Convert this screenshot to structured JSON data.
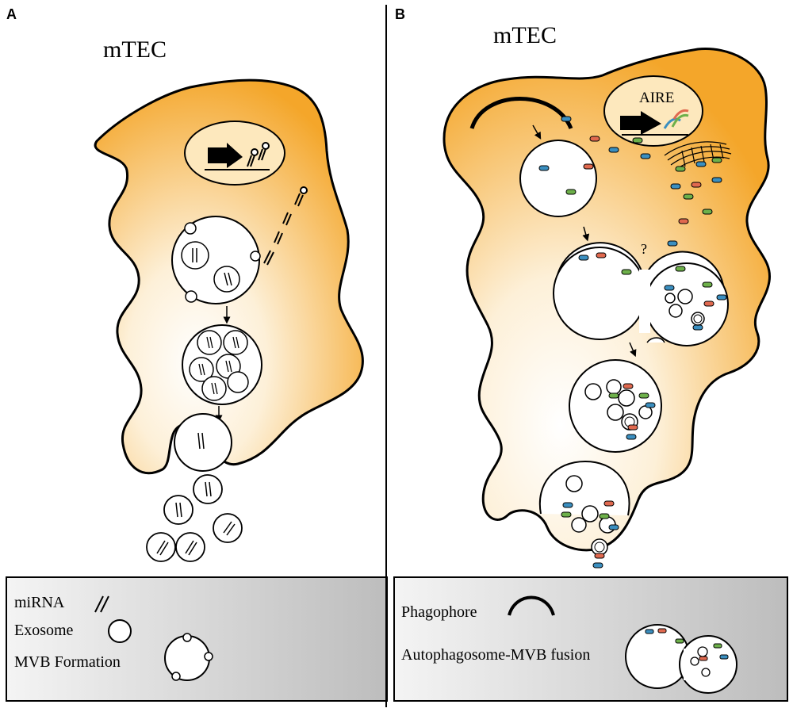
{
  "panel_a": {
    "letter": "A",
    "title": "mTEC",
    "legend": {
      "mirna_label": "miRNA",
      "exosome_label": "Exosome",
      "mvb_label": "MVB Formation"
    }
  },
  "panel_b": {
    "letter": "B",
    "title": "mTEC",
    "nucleus_label": "AIRE",
    "question_mark": "?",
    "legend": {
      "phagophore_label": "Phagophore",
      "fusion_label": "Autophagosome-MVB fusion"
    }
  },
  "colors": {
    "cell_orange": "#f5ab2e",
    "cell_light": "#fdf3df",
    "peptide_blue": "#3b8fc0",
    "peptide_red": "#e0694f",
    "peptide_green": "#6db04a",
    "legend_grey": "#c9c9c9"
  }
}
